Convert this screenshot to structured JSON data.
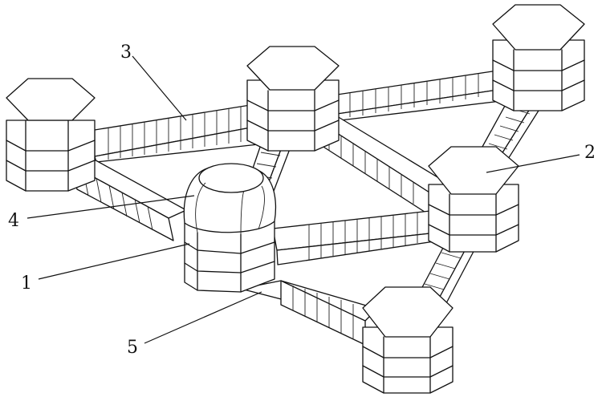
{
  "figure": {
    "callouts": [
      {
        "id": "1",
        "text": "1"
      },
      {
        "id": "2",
        "text": "2"
      },
      {
        "id": "3",
        "text": "3"
      },
      {
        "id": "4",
        "text": "4"
      },
      {
        "id": "5",
        "text": "5"
      }
    ]
  }
}
